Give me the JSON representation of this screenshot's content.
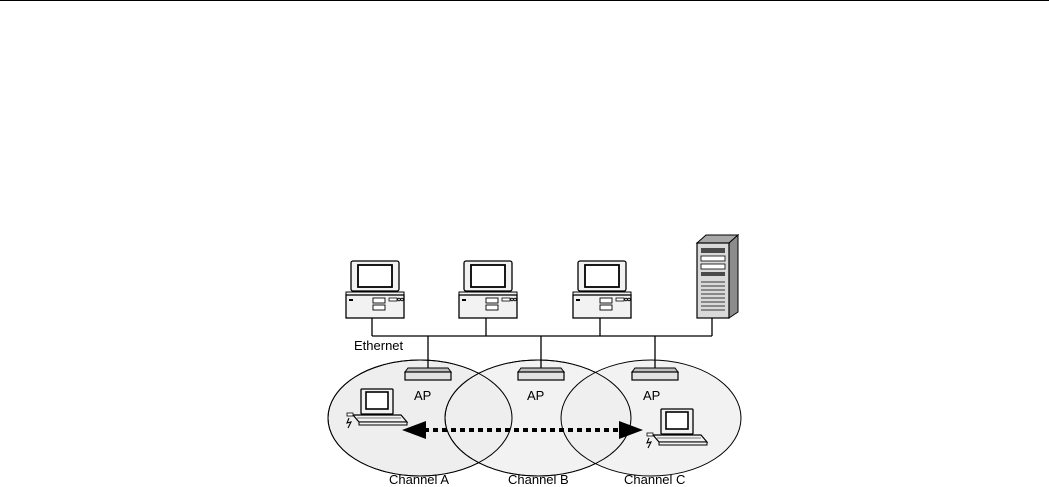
{
  "diagram": {
    "backbone_label": "Ethernet",
    "ap_label": "AP",
    "channels": [
      "Channel A",
      "Channel B",
      "Channel C"
    ]
  },
  "colors": {
    "ellipse_fill": "#eeeeee",
    "line": "#000000",
    "device_fill": "#f2f2f2",
    "server_fill": "#d9d9d9"
  }
}
